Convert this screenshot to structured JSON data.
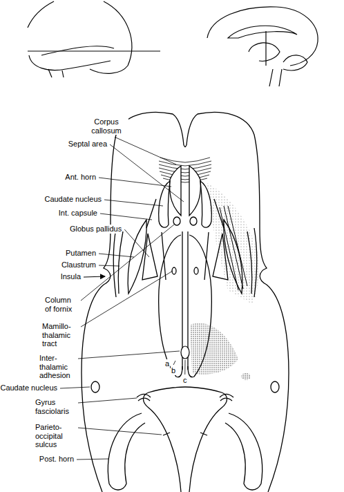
{
  "diagram": {
    "labels": [
      "Corpus callosum",
      "Septal area",
      "Ant. horn",
      "Caudate nucleus",
      "Int. capsule",
      "Globus pallidus",
      "Putamen",
      "Claustrum",
      "Insula",
      "Column of fornix",
      "Mamillo- thalamic tract",
      "Inter- thalamic adhesion",
      "Caudate nucleus",
      "Gyrus fasciolaris",
      "Parieto- occipital sulcus",
      "Post. horn",
      "a",
      "b",
      "c"
    ]
  }
}
